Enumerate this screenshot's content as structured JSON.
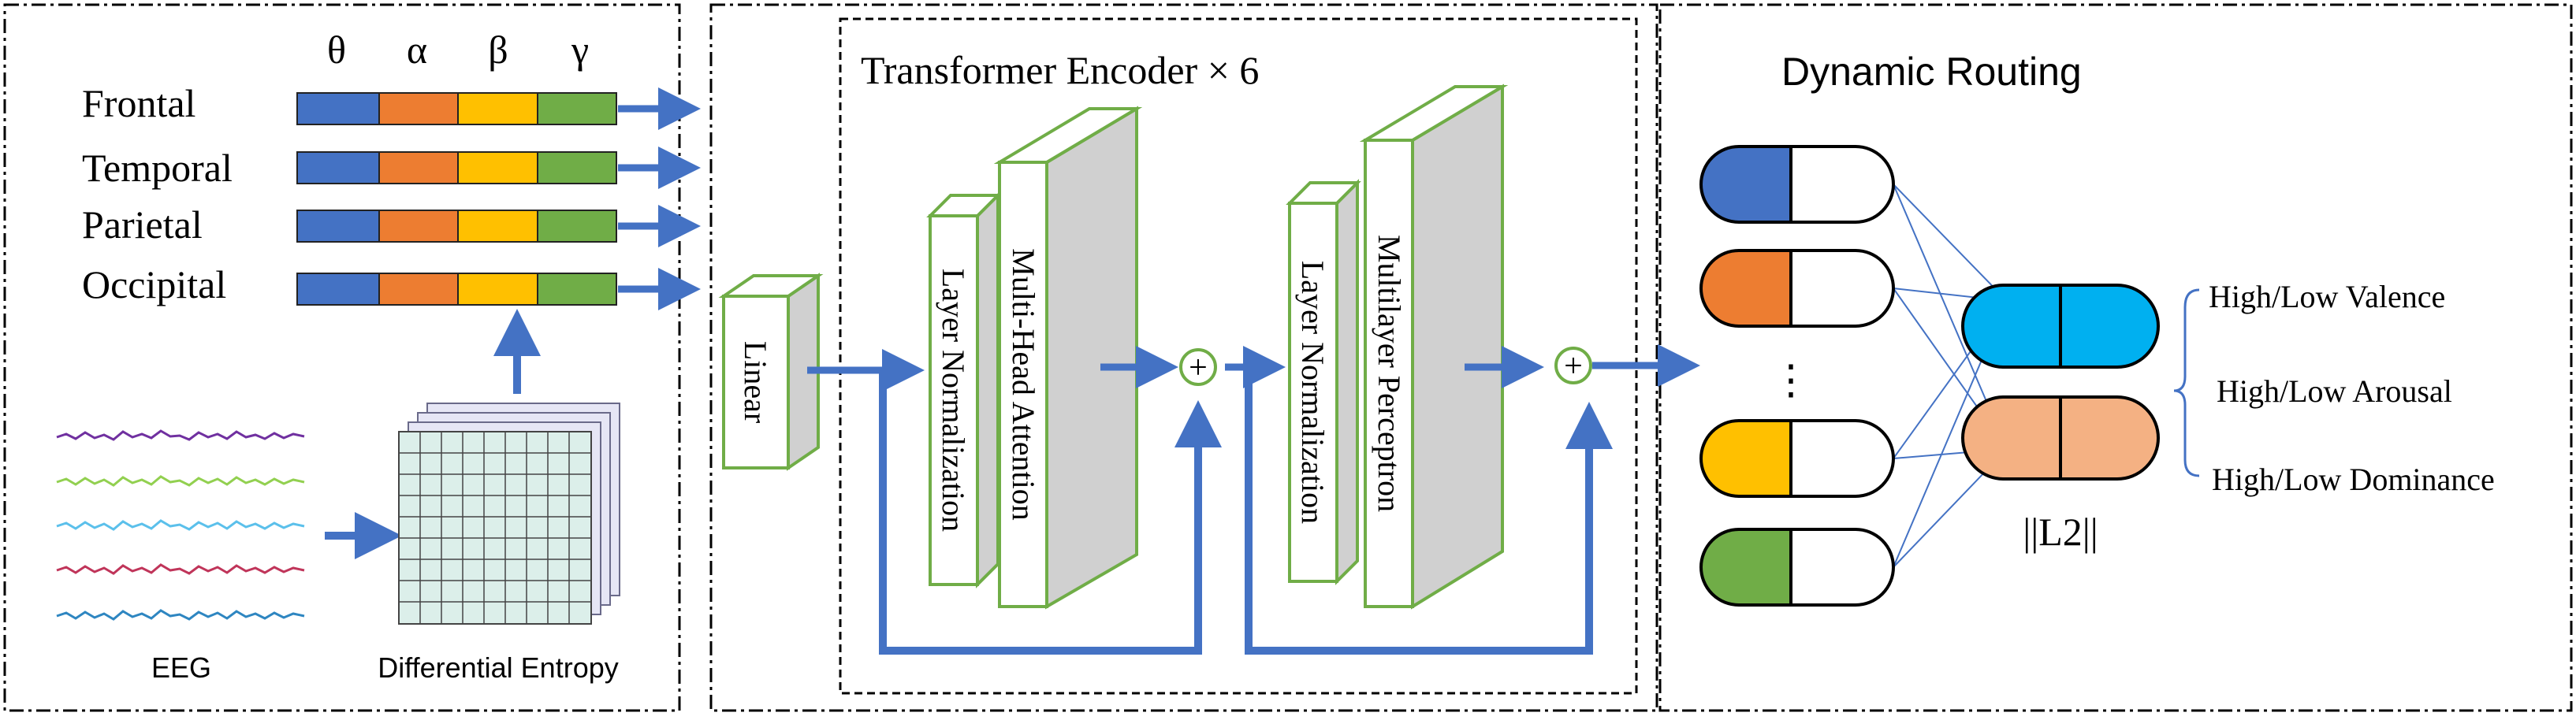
{
  "feature_extraction": {
    "band_labels": [
      "θ",
      "α",
      "β",
      "γ"
    ],
    "regions": [
      "Frontal",
      "Temporal",
      "Parietal",
      "Occipital"
    ],
    "eeg_label": "EEG",
    "de_label": "Differential Entropy"
  },
  "encoder": {
    "title": "Transformer Encoder × 6",
    "linear_label": "Linear",
    "layer_norm_label": "Layer Normalization",
    "mha_label": "Multi-Head Attention",
    "mlp_label": "Multilayer Perceptron",
    "plus_symbol": "+"
  },
  "routing": {
    "title": "Dynamic Routing",
    "ellipsis": "⋮",
    "norm_label": "||L2||",
    "outputs": [
      "High/Low Valence",
      "High/Low Arousal",
      "High/Low Dominance"
    ]
  },
  "colors": {
    "theta": "#4472C4",
    "alpha": "#ED7D31",
    "beta": "#FFC000",
    "gamma": "#70AD47",
    "arrow": "#4472C4",
    "box_border": "#70AD47",
    "box_fill": "#D0D0D0",
    "out_cap_1": "#00B0F0",
    "out_cap_2": "#F4B183",
    "grid": "#DCEFEA",
    "eeg_lines": [
      "#7030A0",
      "#92D050",
      "#5BC0EB",
      "#C0355A",
      "#2E86C1"
    ]
  }
}
